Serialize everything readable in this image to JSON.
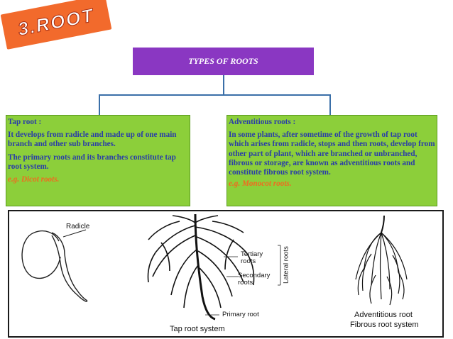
{
  "badge": {
    "text": "3.ROOT"
  },
  "title": "TYPES OF ROOTS",
  "left": {
    "heading": "Tap root :",
    "p1": " It develops from radicle and made up of one main branch and other sub branches.",
    "p2": "The primary roots and its branches constitute tap root system.",
    "example": " e.g. Dicot roots."
  },
  "right": {
    "heading": "Adventitious roots :",
    "p1": " In some plants, after sometime of the growth of tap root which arises from radicle, stops and then roots, develop from other part of plant, which are branched or unbranched, fibrous or storage, are known as adventitious roots and constitute fibrous root system.",
    "example": " e.g. Monocot roots."
  },
  "figure": {
    "radicle": "Radicle",
    "tertiary": "Tertiary roots",
    "secondary": "Secondary roots",
    "lateral": "Lateral roots",
    "primary": "Primary root",
    "tap_system": "Tap root system",
    "adventitious": "Adventitious root",
    "fibrous": "Fibrous root system"
  },
  "colors": {
    "accent": "#8a37c2",
    "green": "#8ccf3a",
    "text_blue": "#2a3da8",
    "example_orange": "#f06a20",
    "badge_orange": "#f26a2c"
  }
}
